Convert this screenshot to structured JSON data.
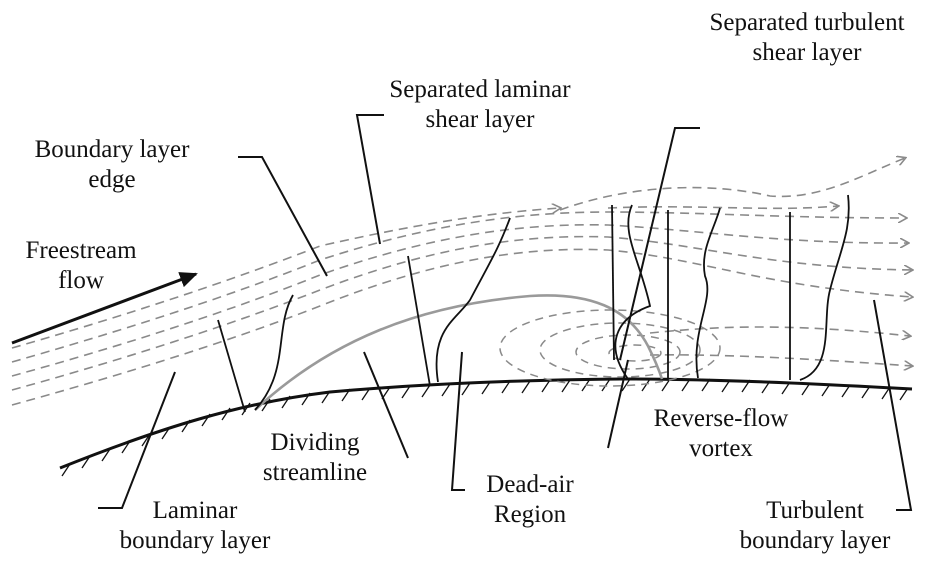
{
  "labels": {
    "separated_turbulent_shear_layer": [
      "Separated turbulent",
      "shear layer"
    ],
    "separated_laminar_shear_layer": [
      "Separated laminar",
      "shear layer"
    ],
    "boundary_layer_edge": [
      "Boundary layer",
      "edge"
    ],
    "freestream_flow": [
      "Freestream",
      "flow"
    ],
    "dividing_streamline": [
      "Dividing",
      "streamline"
    ],
    "reverse_flow_vortex": [
      "Reverse-flow",
      "vortex"
    ],
    "dead_air_region": [
      "Dead-air",
      "Region"
    ],
    "laminar_boundary_layer": [
      "Laminar",
      "boundary layer"
    ],
    "turbulent_boundary_layer": [
      "Turbulent",
      "boundary layer"
    ]
  },
  "colors": {
    "ink": "#111111",
    "streamline": "#8a8a8a",
    "dividing_streamline": "#9a9a9a",
    "background": "#ffffff"
  }
}
